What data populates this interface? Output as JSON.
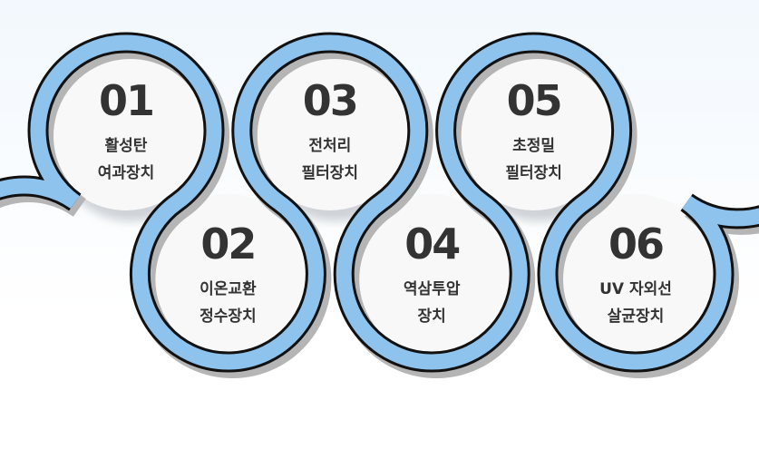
{
  "colors": {
    "band": "#8ec3ee",
    "outline": "#111111",
    "circle": "#f8f8f8",
    "text": "#333333"
  },
  "steps": [
    {
      "number": "01",
      "lines": [
        "활성탄",
        "여과장치"
      ],
      "row": "top"
    },
    {
      "number": "02",
      "lines": [
        "이온교환",
        "정수장치"
      ],
      "row": "bottom"
    },
    {
      "number": "03",
      "lines": [
        "전처리",
        "필터장치"
      ],
      "row": "top"
    },
    {
      "number": "04",
      "lines": [
        "역삼투압",
        "장치"
      ],
      "row": "bottom"
    },
    {
      "number": "05",
      "lines": [
        "초정밀",
        "필터장치"
      ],
      "row": "top"
    },
    {
      "number": "06",
      "lines": [
        "UV 자외선",
        "살균장치"
      ],
      "row": "bottom"
    }
  ]
}
